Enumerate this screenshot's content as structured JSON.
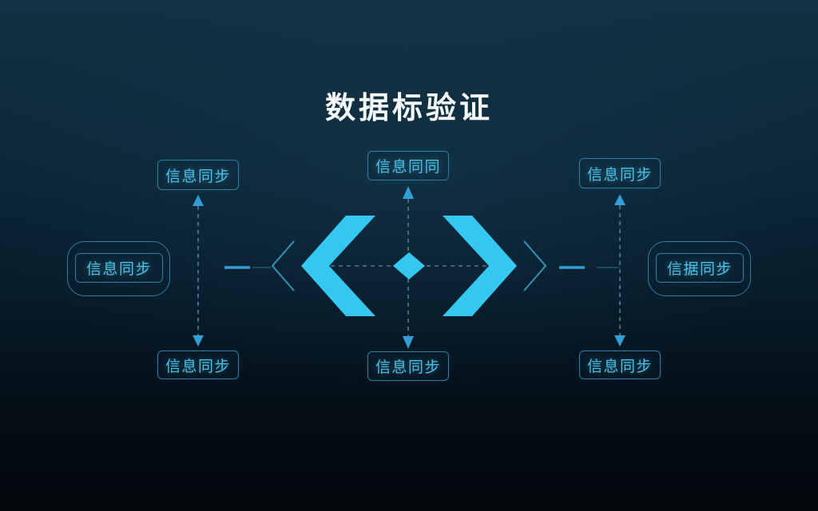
{
  "title": "数据标验证",
  "colors": {
    "background_top": "#113242",
    "background_bottom": "#02070b",
    "accent_cyan": "#33c7f1",
    "box_border": "#2c7fa3",
    "box_text": "#4cbfe4",
    "arrow_fill": "#2f9fd6",
    "dash_line": "#4d7d92",
    "thin_chevron": "#2f93ba",
    "title_color": "#f7fafc"
  },
  "icons": {
    "center": "code-brackets-icon",
    "center_detail": "diamond-icon",
    "connectors": "double-arrow-dashed-line"
  },
  "nodes": {
    "top_left": {
      "label": "信息同步"
    },
    "top_center": {
      "label": "信息同同"
    },
    "top_right": {
      "label": "信息同步"
    },
    "mid_left": {
      "label": "信息同步"
    },
    "mid_right": {
      "label": "信据同步"
    },
    "bottom_left": {
      "label": "信息同步"
    },
    "bottom_center": {
      "label": "信息同步"
    },
    "bottom_right": {
      "label": "信息同步"
    }
  }
}
